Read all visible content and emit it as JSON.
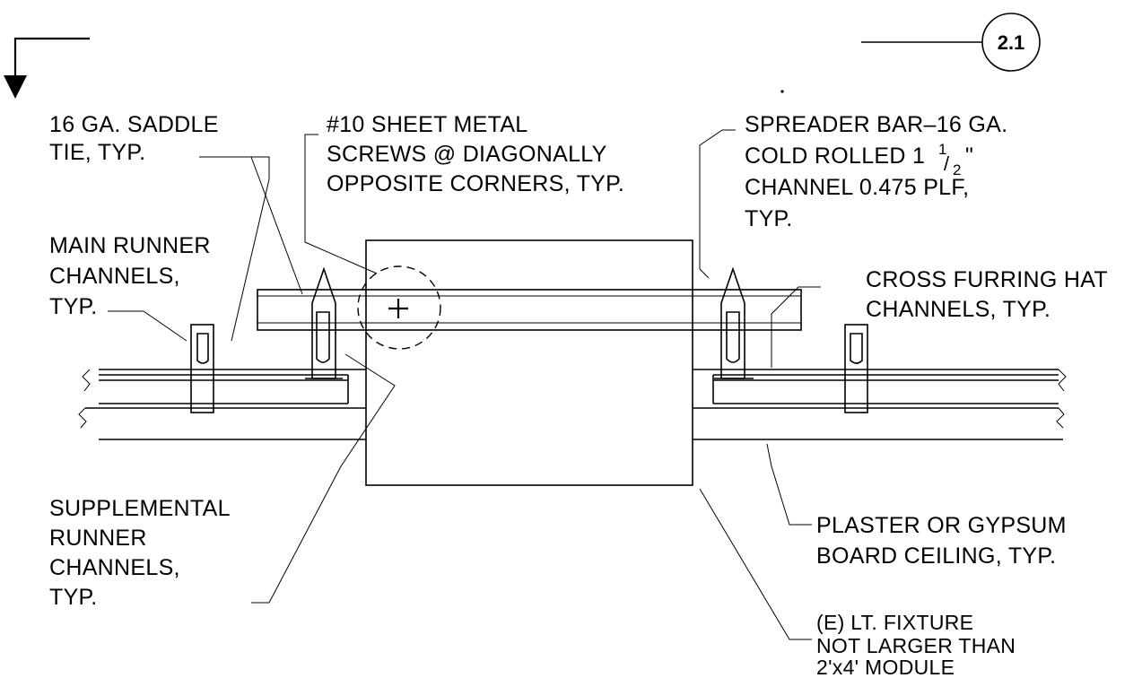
{
  "detail_tag": "2.1",
  "labels": {
    "saddle_tie": [
      "16 GA. SADDLE",
      "TIE, TYP."
    ],
    "screws": [
      "#10 SHEET METAL",
      "SCREWS @ DIAGONALLY",
      "OPPOSITE CORNERS, TYP."
    ],
    "spreader_bar": [
      "SPREADER BAR–16 GA.",
      "COLD ROLLED 1",
      "CHANNEL 0.475 PLF,",
      "TYP."
    ],
    "spreader_fraction": {
      "num": "1",
      "den": "2",
      "mark": "\""
    },
    "main_runner": [
      "MAIN RUNNER",
      "CHANNELS,",
      "TYP."
    ],
    "cross_furring": [
      "CROSS FURRING HAT",
      "CHANNELS, TYP."
    ],
    "supplemental_runner": [
      "SUPPLEMENTAL",
      "RUNNER",
      "CHANNELS,",
      "TYP."
    ],
    "ceiling": [
      "PLASTER OR GYPSUM",
      "BOARD CEILING, TYP."
    ],
    "fixture": [
      "(E) LT. FIXTURE",
      "NOT LARGER THAN",
      "2'x4' MODULE"
    ]
  },
  "colors": {
    "ink": "#000000",
    "paper": "#ffffff"
  },
  "icons": {
    "section_arrow": "section-cut-arrow-icon",
    "center_mark": "plus-center-mark-icon"
  }
}
